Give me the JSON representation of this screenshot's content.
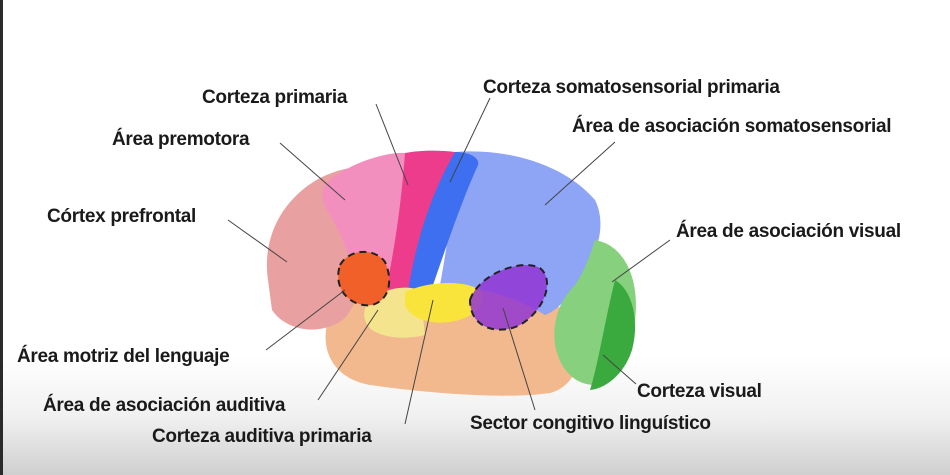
{
  "labels": {
    "corteza_primaria": "Corteza primaria",
    "area_premotora": "Área premotora",
    "cortex_prefrontal": "Córtex prefrontal",
    "area_motriz_lenguaje": "Área motriz del lenguaje",
    "area_asociacion_auditiva": "Área de asociación auditiva",
    "corteza_auditiva_primaria": "Corteza auditiva primaria",
    "corteza_somatosensorial_primaria": "Corteza somatosensorial primaria",
    "area_asociacion_somatosensorial": "Área de asociación somatosensorial",
    "area_asociacion_visual": "Área de asociación visual",
    "corteza_visual": "Corteza visual",
    "sector_cognitivo_linguistico": "Sector congitivo linguístico"
  },
  "colors": {
    "prefrontal": "#e8a0a0",
    "premotor": "#f28fbf",
    "primary_motor": "#ee3c8c",
    "somatosensory_primary": "#3e6ff0",
    "somatosensory_assoc": "#8ea4f4",
    "visual_assoc": "#86d07e",
    "visual_cortex": "#3aaa3e",
    "temporal": "#f2b98e",
    "auditory_primary": "#f8e43a",
    "auditory_assoc": "#f4e48e",
    "broca": "#f2602a",
    "wernicke": "#9236d4"
  }
}
